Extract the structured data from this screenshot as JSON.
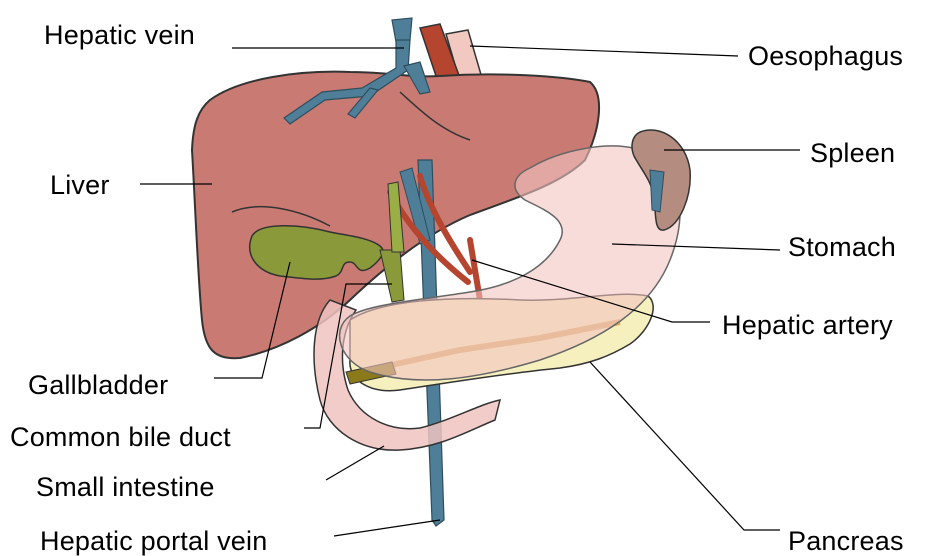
{
  "labels": {
    "hepatic_vein": "Hepatic vein",
    "oesophagus": "Oesophagus",
    "liver": "Liver",
    "spleen": "Spleen",
    "stomach": "Stomach",
    "hepatic_artery": "Hepatic artery",
    "gallbladder": "Gallbladder",
    "common_bile_duct": "Common bile duct",
    "small_intestine": "Small intestine",
    "hepatic_portal_vein": "Hepatic portal vein",
    "pancreas": "Pancreas"
  },
  "colors": {
    "liver": "#c97b73",
    "gallbladder": "#8a9a3a",
    "stomach": "#f4c4c2",
    "spleen": "#b48d80",
    "pancreas": "#f6f0bf",
    "vein": "#4f7f98",
    "artery": "#b5452f",
    "oesophagus": "#f1c9c0"
  }
}
